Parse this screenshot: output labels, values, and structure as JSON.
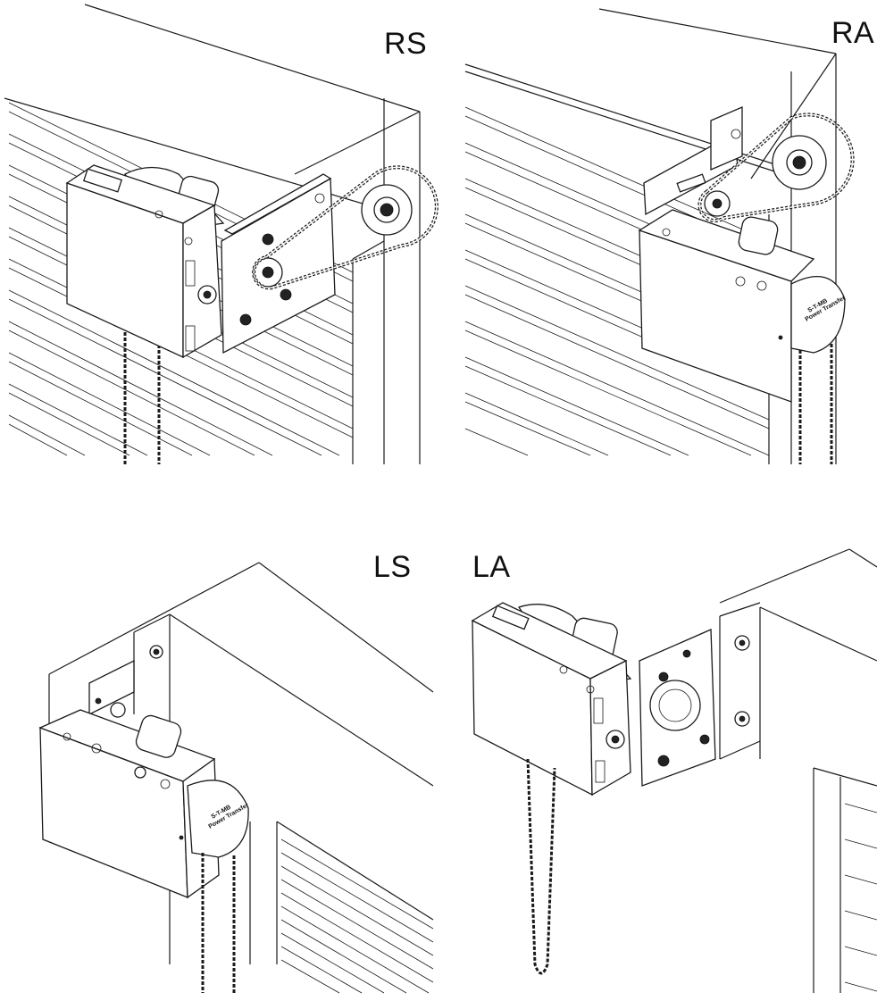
{
  "panels": [
    {
      "code": "RS"
    },
    {
      "code": "RA"
    },
    {
      "code": "LS"
    },
    {
      "code": "LA"
    }
  ],
  "housing_label": {
    "line1": "S-T-MB",
    "line2": "Power Transfer"
  },
  "colors": {
    "line": "#1a1a1a",
    "background": "#ffffff"
  }
}
